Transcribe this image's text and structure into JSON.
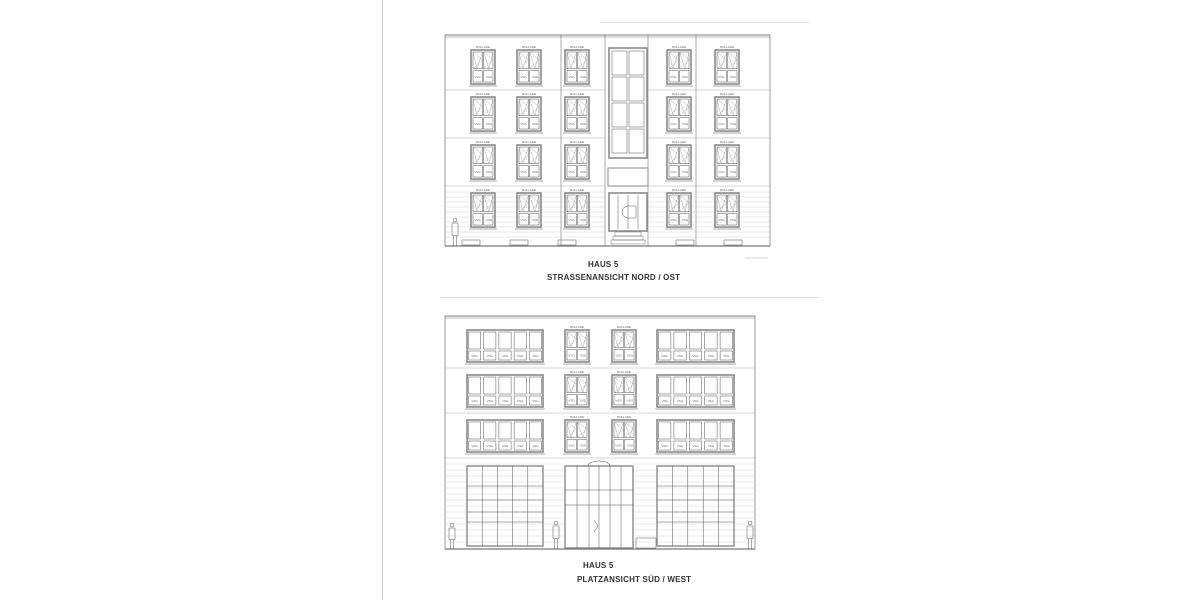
{
  "elevations": [
    {
      "house": "HAUS 5",
      "view": "STRASSENANSICHT NORD / OST",
      "shutter_label": "ROLLADE",
      "glass_label": "VSG"
    },
    {
      "house": "HAUS 5",
      "view": "PLATZANSICHT SÜD / WEST",
      "shutter_label": "ROLLADE",
      "glass_label": "VSG"
    }
  ],
  "colors": {
    "line": "#555555",
    "frame": "#8a8a8a",
    "paper": "#ffffff"
  }
}
